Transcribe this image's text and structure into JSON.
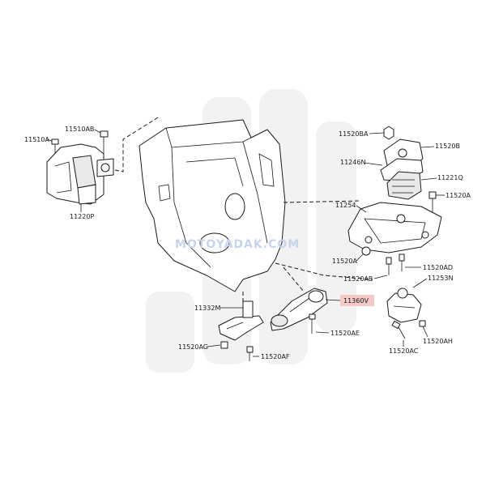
{
  "watermark": {
    "text": "MOTOYADAK.COM"
  },
  "highlight_color": "#f6c9c9",
  "labels": {
    "l_11510A": "11510A",
    "l_11510AB": "11510AB",
    "l_11220P": "11220P",
    "l_11520BA": "11520BA",
    "l_11520B": "11520B",
    "l_11246N": "11246N",
    "l_11221Q": "11221Q",
    "l_11520A_r": "11520A",
    "l_11254": "11254",
    "l_11520A_m": "11520A",
    "l_11520AB": "11520AB",
    "l_11520AD": "11520AD",
    "l_11253N": "11253N",
    "l_11360V": "11360V",
    "l_11332M": "11332M",
    "l_11520AE": "11520AE",
    "l_11520AG": "11520AG",
    "l_11520AF": "11520AF",
    "l_11520AH": "11520AH",
    "l_11520AC": "11520AC"
  }
}
